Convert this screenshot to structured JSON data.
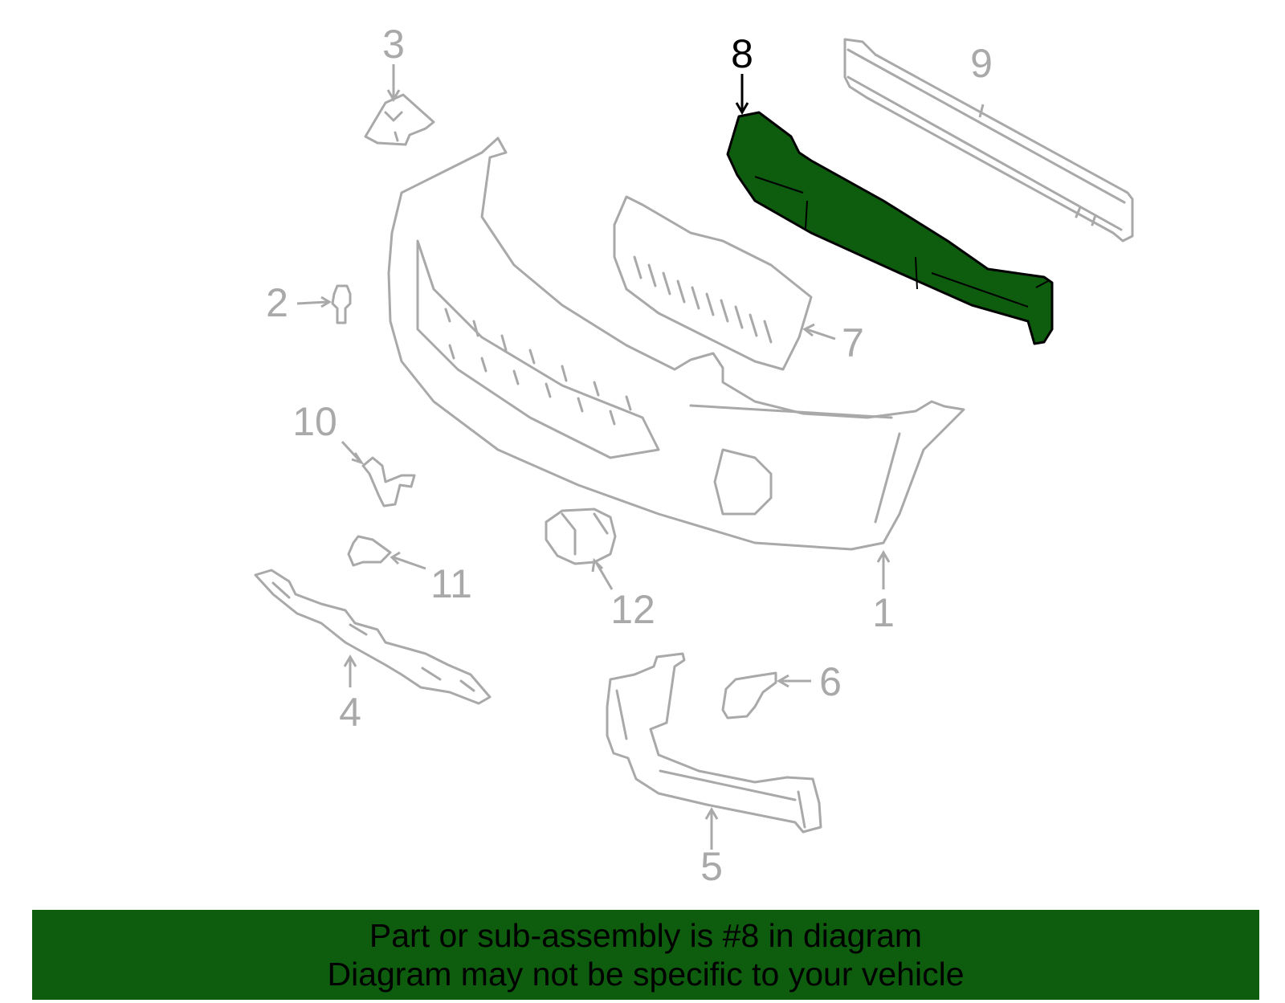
{
  "highlighted_part": "8",
  "colors": {
    "highlight": "#0e5c0e",
    "line_art": "#a9a9a9",
    "banner": "#0e5c0e",
    "highlight_label": "#000000"
  },
  "callouts": [
    "1",
    "2",
    "3",
    "4",
    "5",
    "6",
    "7",
    "8",
    "9",
    "10",
    "11",
    "12"
  ],
  "banner": {
    "line1": "Part or sub-assembly is #8 in diagram",
    "line2": "Diagram may not be specific to your vehicle"
  }
}
